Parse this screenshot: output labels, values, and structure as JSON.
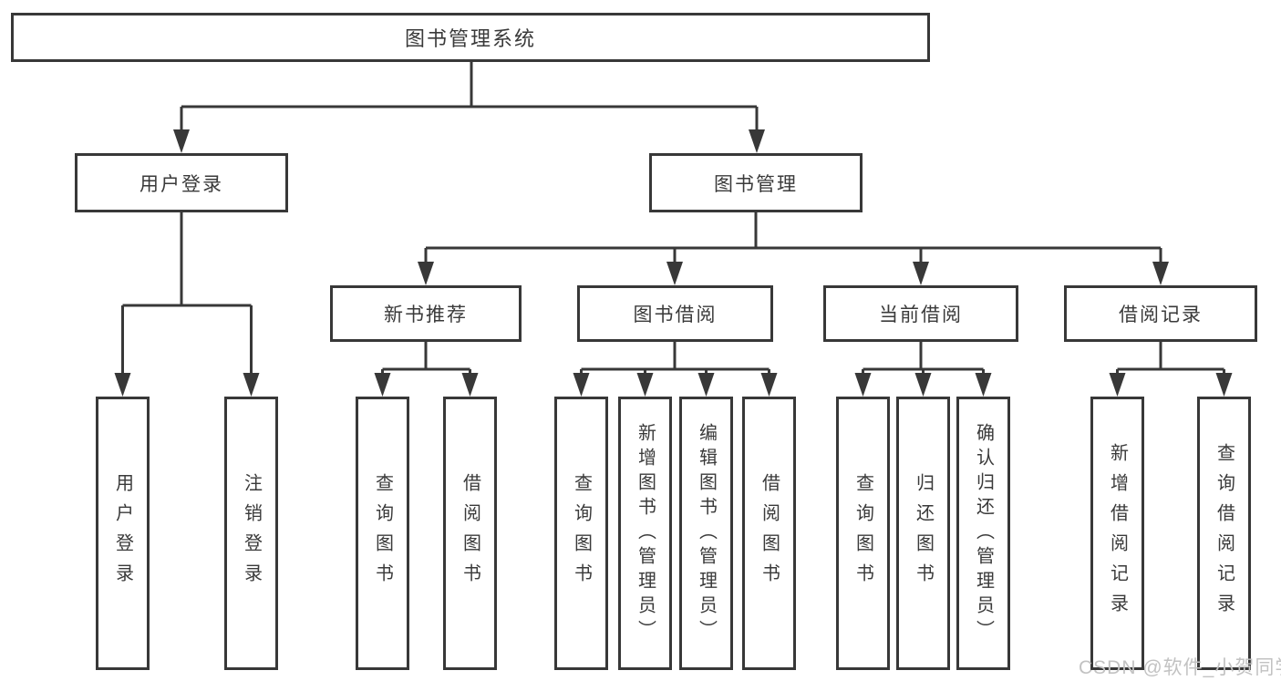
{
  "colors": {
    "line": "#383838",
    "box_border": "#383838",
    "text": "#3a3a3a",
    "watermark": "#c2c2c2",
    "background": "#ffffff"
  },
  "tree": {
    "root": {
      "label": "图书管理系统"
    },
    "branches": [
      {
        "label": "用户登录",
        "children": [
          {
            "label": "用户登录"
          },
          {
            "label": "注销登录"
          }
        ]
      },
      {
        "label": "图书管理",
        "sections": [
          {
            "label": "新书推荐",
            "children": [
              {
                "label": "查询图书"
              },
              {
                "label": "借阅图书"
              }
            ]
          },
          {
            "label": "图书借阅",
            "children": [
              {
                "label": "查询图书"
              },
              {
                "label": "新增图书（管理员）"
              },
              {
                "label": "编辑图书（管理员）"
              },
              {
                "label": "借阅图书"
              }
            ]
          },
          {
            "label": "当前借阅",
            "children": [
              {
                "label": "查询图书"
              },
              {
                "label": "归还图书"
              },
              {
                "label": "确认归还（管理员）"
              }
            ]
          },
          {
            "label": "借阅记录",
            "children": [
              {
                "label": "新增借阅记录"
              },
              {
                "label": "查询借阅记录"
              }
            ]
          }
        ]
      }
    ]
  },
  "watermark": {
    "text": "CSDN @软件_小贺同学"
  }
}
